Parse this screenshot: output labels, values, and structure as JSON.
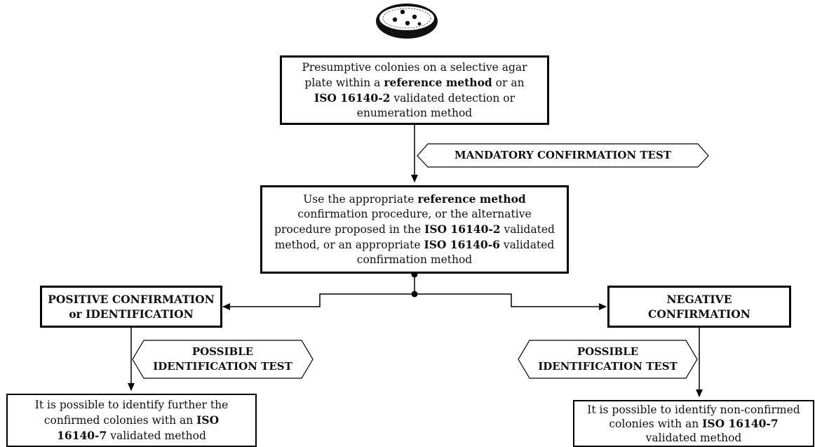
{
  "start_box": {
    "parts": [
      {
        "t": "Presumptive colonies on a selective agar plate within a ",
        "b": false
      },
      {
        "t": "reference method",
        "b": true
      },
      {
        "t": " or an ",
        "b": false
      },
      {
        "t": "ISO 16140-2",
        "b": true
      },
      {
        "t": " validated detection or enumeration method",
        "b": false
      }
    ]
  },
  "mandatory_test": {
    "label": "MANDATORY CONFIRMATION TEST"
  },
  "procedure_box": {
    "parts": [
      {
        "t": "Use the appropriate ",
        "b": false
      },
      {
        "t": "reference method",
        "b": true
      },
      {
        "t": " confirmation procedure, or the alternative procedure proposed in the ",
        "b": false
      },
      {
        "t": "ISO 16140-2",
        "b": true
      },
      {
        "t": " validated method, or an appropriate ",
        "b": false
      },
      {
        "t": "ISO 16140-6",
        "b": true
      },
      {
        "t": " validated confirmation method",
        "b": false
      }
    ]
  },
  "positive_box": {
    "line1": "POSITIVE CONFIRMATION",
    "line2": "or IDENTIFICATION"
  },
  "negative_box": {
    "line1": "NEGATIVE",
    "line2": "CONFIRMATION"
  },
  "identification_test_left": {
    "line1": "POSSIBLE",
    "line2": "IDENTIFICATION TEST"
  },
  "identification_test_right": {
    "line1": "POSSIBLE",
    "line2": "IDENTIFICATION TEST"
  },
  "result_left": {
    "parts": [
      {
        "t": "It is possible to identify further the confirmed colonies with an ",
        "b": false
      },
      {
        "t": "ISO 16140-7",
        "b": true
      },
      {
        "t": " validated method",
        "b": false
      }
    ]
  },
  "result_right": {
    "parts": [
      {
        "t": "It is possible to identify non-confirmed colonies with an ",
        "b": false
      },
      {
        "t": "ISO 16140-7",
        "b": true
      },
      {
        "t": " validated method",
        "b": false
      }
    ]
  }
}
